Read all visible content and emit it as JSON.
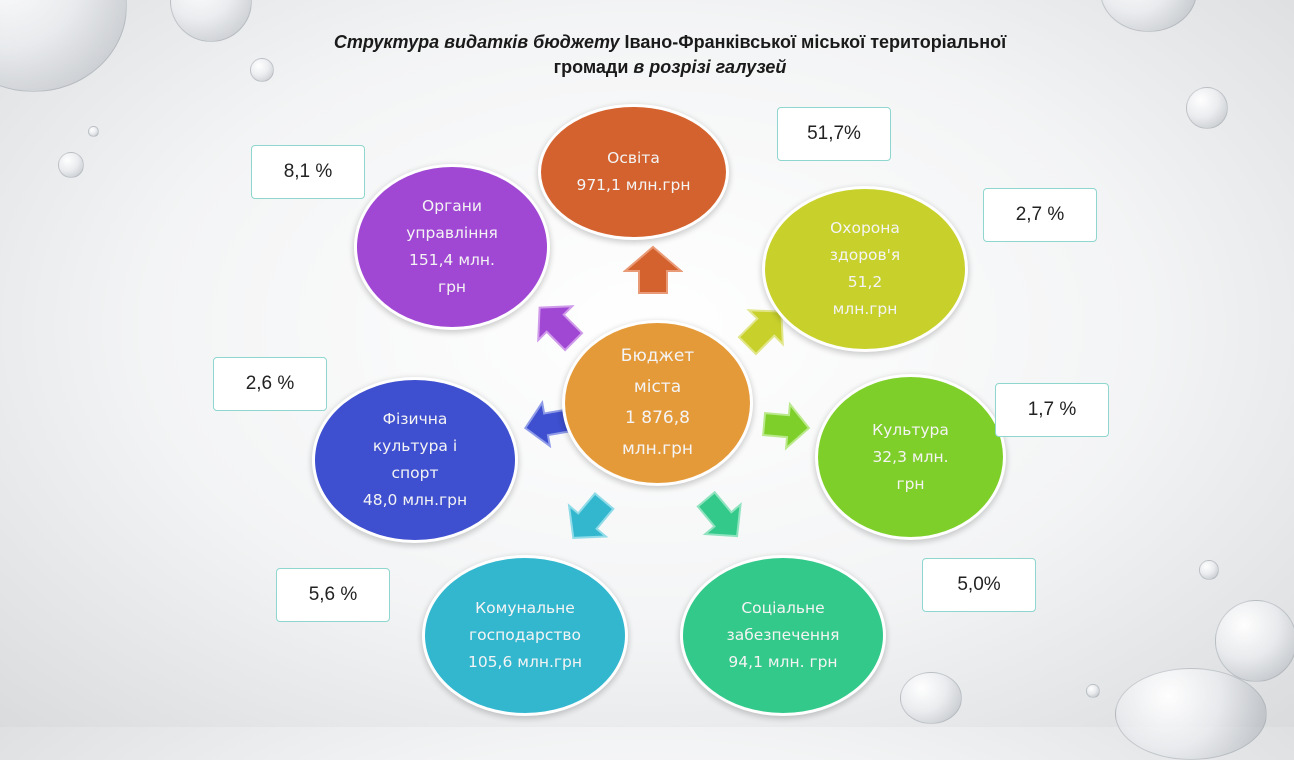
{
  "title": {
    "italic_start": "Структура видатків бюджету",
    "regular": " Івано-Франківської міської територіальної",
    "line2_regular": "громади",
    "line2_italic": " в розрізі галузей"
  },
  "center": {
    "lines": [
      "Бюджет",
      "міста",
      "1 876,8",
      "млн.грн"
    ],
    "color": "#e59a3a"
  },
  "nodes": [
    {
      "id": "osvita",
      "lines": [
        "Освіта",
        "971,1 млн.грн"
      ],
      "percent": "51,7%",
      "color": "#d4622e"
    },
    {
      "id": "okhorona",
      "lines": [
        "Охорона",
        "здоров'я",
        "51,2",
        "млн.грн"
      ],
      "percent": "2,7 %",
      "color": "#c8d12b"
    },
    {
      "id": "kultura",
      "lines": [
        "Культура",
        "32,3 млн.",
        "грн"
      ],
      "percent": "1,7 %",
      "color": "#7fcf2a"
    },
    {
      "id": "sotsialne",
      "lines": [
        "Соціальне",
        "забезпечення",
        "94,1 млн. грн"
      ],
      "percent": "5,0%",
      "color": "#33c98a"
    },
    {
      "id": "komunalne",
      "lines": [
        "Комунальне",
        "господарство",
        "105,6 млн.грн"
      ],
      "percent": "5,6 %",
      "color": "#33b7cf"
    },
    {
      "id": "sport",
      "lines": [
        "Фізична",
        "культура і",
        "спорт",
        "48,0 млн.грн"
      ],
      "percent": "2,6 %",
      "color": "#3e4fcf"
    },
    {
      "id": "orhany",
      "lines": [
        "Органи",
        "управління",
        "151,4 млн.",
        "грн"
      ],
      "percent": "8,1 %",
      "color": "#a047d4"
    }
  ]
}
